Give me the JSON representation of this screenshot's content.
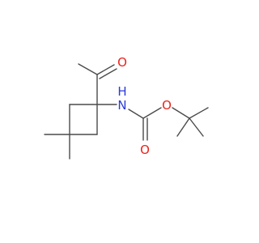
{
  "molecule": {
    "atoms": {
      "ketone_oxygen": "O",
      "amine_nitrogen": "N",
      "amine_hydrogen": "H",
      "carbonyl_oxygen": "O",
      "ester_oxygen": "O"
    },
    "colors": {
      "bond": "#4a4a4a",
      "oxygen": "#e8231b",
      "nitrogen": "#2a3bd9"
    }
  }
}
